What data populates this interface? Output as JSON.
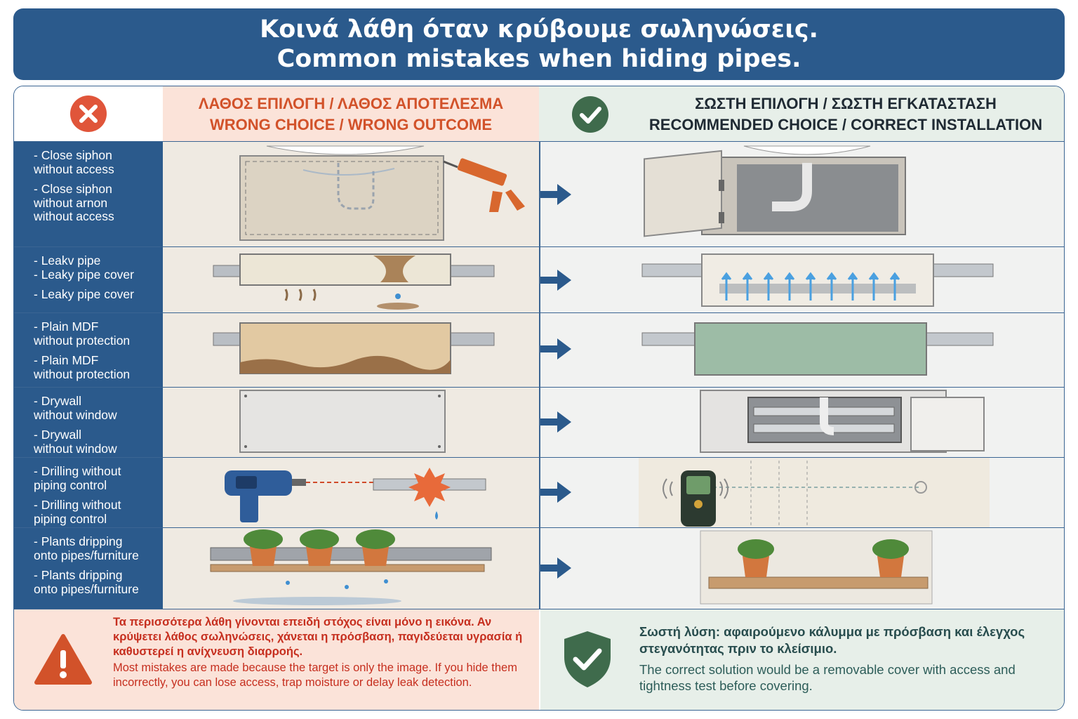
{
  "header": {
    "title_gr": "Κοινά λάθη όταν κρύβουμε σωληνώσεις.",
    "title_en": "Common mistakes when hiding pipes."
  },
  "columns": {
    "wrong_gr": "ΛΑΘΟΣ ΕΠΙΛΟΓΗ / ΛΑΘΟΣ ΑΠΟΤΕΛΕΣΜΑ",
    "wrong_en": "WRONG CHOICE / WRONG OUTCOME",
    "right_gr": "ΣΩΣΤΗ ΕΠΙΛΟΓΗ / ΣΩΣΤΗ ΕΓΚΑΤΑΣΤΑΣΗ",
    "right_en": "RECOMMENDED CHOICE / CORRECT INSTALLATION"
  },
  "rows": [
    {
      "lines": [
        "- Close siphon\nwithout access",
        "- Close siphon\nwithout arnon\nwithout access"
      ]
    },
    {
      "lines": [
        "- Leakv pipe\n- Leaky pipe cover",
        "- Leaky pipe cover"
      ]
    },
    {
      "lines": [
        "- Plain MDF\nwithout protection",
        "- Plain MDF\nwithout protection"
      ]
    },
    {
      "lines": [
        "- Drywall\nwithout window",
        "- Drywall\nwithout window"
      ]
    },
    {
      "lines": [
        "- Drilling without\npiping control",
        "- Drilling without\npiping control"
      ]
    },
    {
      "lines": [
        "- Plants dripping\nonto pipes/furniture",
        "- Plants dripping\nonto pipes/furniture"
      ]
    }
  ],
  "footer": {
    "wrong_gr": "Τα περισσότερα λάθη γίνονται επειδή στόχος είναι μόνο η εικόνα. Αν κρύψετει λάθος σωληνώσεις, χάνεται η πρόσβαση, παγιδεύεται υγρασία ή καθυστερεί η ανίχνευση διαρροής.",
    "wrong_en": "Most mistakes are made because the target is only the image. If you hide them incorrectly, you can lose access, trap moisture or delay leak detection.",
    "right_gr": "Σωστή λύση: αφαιρούμενο κάλυμμα με πρόσβαση και έλεγχος στεγανότητας πριν το κλείσιμιο.",
    "right_en": "The correct solution would be a removable cover with access and tightness test before covering."
  },
  "colors": {
    "navy": "#2b5a8c",
    "wrong_red": "#d2522a",
    "ok_green": "#3f6b4c",
    "wrong_bg": "#fbe3d9",
    "right_bg": "#e7efe9"
  },
  "icons": [
    "cross-icon",
    "check-icon",
    "arrow-right-icon",
    "warning-icon",
    "shield-check-icon",
    "caulk-gun-icon",
    "drill-icon",
    "pipe-detector-icon",
    "plant-pot-icon"
  ]
}
